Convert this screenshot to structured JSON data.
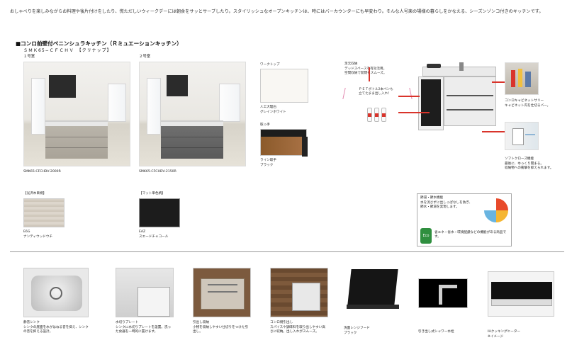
{
  "intro_text": "おしゃべりを楽しみながらお料理や後片付けをしたり、慌ただしいウィークデーには朝食をサッとサーブしたり。スタイリッシュなオープンキッチンは、時にはバーカウンターにも早変わり。そんな人号楽の場様の暮らしをかなえる、シーズンゾンコ付きのキッチンです。",
  "section": {
    "title": "■コンロ前壁付ペニンシュラキッチン（Ｒミュエーションキッチン）",
    "subtitle": "ＳＭＫ65−ＣＦＣＨＶ　【クリナップ】"
  },
  "building1": {
    "label": "１号室",
    "caption": "SMK65-CFCHDV-2000R"
  },
  "building2": {
    "label": "２号室",
    "caption": "SMK65-CFCHDV-2150R"
  },
  "worktop": {
    "heading": "ワークトップ",
    "line1": "人工大理石",
    "line2": "グレインホワイト"
  },
  "handle": {
    "heading": "取っ手",
    "line1": "ライン取手",
    "line2": "ブラック"
  },
  "color_a": {
    "heading": "【光沢木目柄】",
    "code": "E6G",
    "name": "ナンティウッドウチ"
  },
  "color_b": {
    "heading": "【マット単色柄】",
    "code": "EAZ",
    "name": "スエードチャコール"
  },
  "callouts": {
    "drawer_title": "足元収納",
    "drawer_desc": "デッドスペースを有効活用。\n空間収納で開閉もスムーズ。",
    "bottle_desc": "ＰＥＴボトル2本ペンも\n立てたまま出し入れ！",
    "cabinet_title": "コンロキャビネットサリー",
    "cabinet_desc": "キャビネット内を仕切るバー。",
    "softclose_title": "ソフトクローズ機能",
    "softclose_desc": "最後に、ゆっくり閉まる。\n収納物への衝撃を抑えられます。"
  },
  "eco": {
    "title": "節湯・節水機能",
    "desc": "水を流さずに出しっぱなしを防ぎ、\n節水・節湯を実現します。",
    "badge_text": "Eco",
    "note": "省エネ・省水・環境配慮などの機能がある商品です。"
  },
  "features": [
    {
      "label": "静音シンク",
      "desc": "シンクの底面を水がはねる音を抑え、シンクの音を抑える設計。"
    },
    {
      "label": "水切りプレート",
      "desc": "シンクに水切りプレートを設置。洗った食器を一時的に置けます。"
    },
    {
      "label": "引出し収納",
      "desc": "小物を収納しやすい仕切りをつけた引出し。"
    },
    {
      "label": "コンロ側引出し",
      "desc": "スパイスや調味料を取り出しやすい高さに収納。出し入れがスムーズ。"
    },
    {
      "label": "洗面レンジフード",
      "desc": "ブラック"
    },
    {
      "label": "引き出し式シャワー水栓",
      "desc": ""
    },
    {
      "label": "IHクッキングヒーター",
      "desc": "※イメージ"
    }
  ],
  "colors": {
    "accent_red": "#d9342b",
    "wood": "#9a6a3e",
    "black": "#1d1d1d"
  }
}
